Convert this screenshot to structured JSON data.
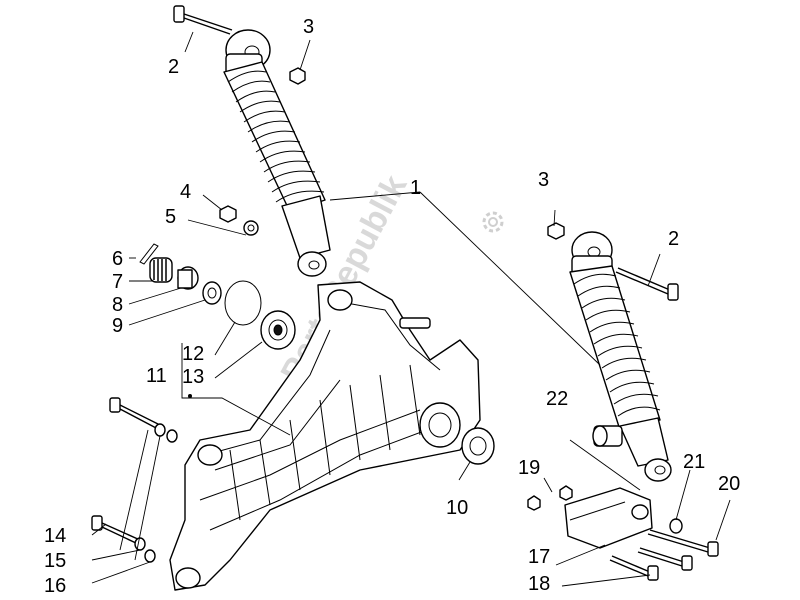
{
  "watermark": "PartsRepublik",
  "callouts": {
    "c1": "1",
    "c2a": "2",
    "c2b": "2",
    "c3a": "3",
    "c3b": "3",
    "c4": "4",
    "c5": "5",
    "c6": "6",
    "c7": "7",
    "c8": "8",
    "c9": "9",
    "c10": "10",
    "c11": "11",
    "c12": "12",
    "c13": "13",
    "c14": "14",
    "c15": "15",
    "c16": "16",
    "c17": "17",
    "c18": "18",
    "c19": "19",
    "c20": "20",
    "c21": "21",
    "c22": "22"
  }
}
